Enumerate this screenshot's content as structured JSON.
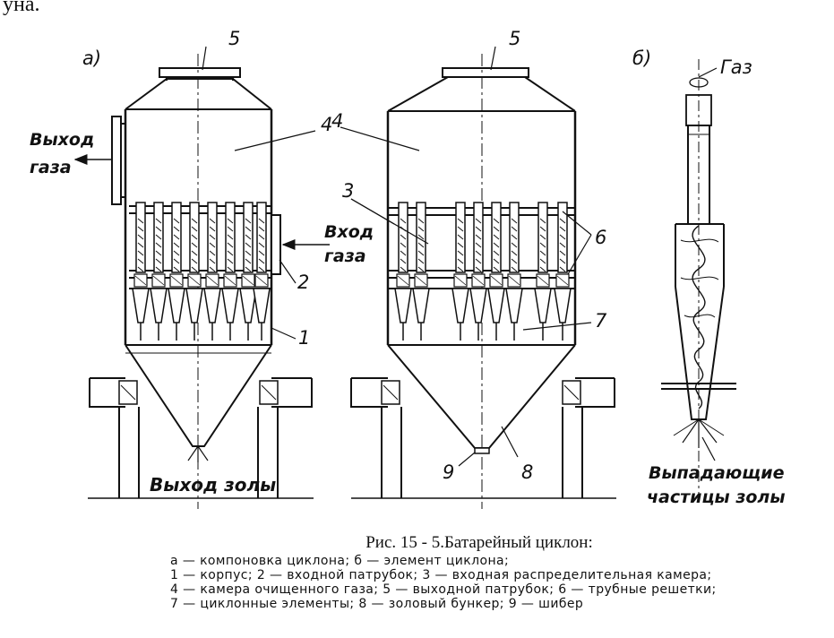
{
  "top_fragment": "уна.",
  "diagram": {
    "panel_a_label": "а)",
    "panel_b_label": "б)",
    "labels": {
      "n1": "1",
      "n2": "2",
      "n3": "3",
      "n4": "4",
      "n5": "5",
      "n6": "6",
      "n7": "7",
      "n8": "8",
      "n9": "9"
    },
    "gas_outlet_line1": "Выход",
    "gas_outlet_line2": "газа",
    "gas_inlet_line1": "Вход",
    "gas_inlet_line2": "газа",
    "ash_outlet": "Выход золы",
    "gas_label": "Газ",
    "falling_line1": "Выпадающие",
    "falling_line2": "частицы золы"
  },
  "caption": {
    "title": "Рис. 15 - 5.Батарейный циклон:",
    "line1": "а — компоновка циклона; б — элемент циклона;",
    "line2": "1 — корпус; 2 — входной патрубок; 3 — входная распределительная камера;",
    "line3": "4 — камера очищенного газа; 5 — выходной патрубок; 6 — трубные решетки;",
    "line4": "7 — циклонные элементы; 8 — золовый бункер; 9 — шибер"
  }
}
